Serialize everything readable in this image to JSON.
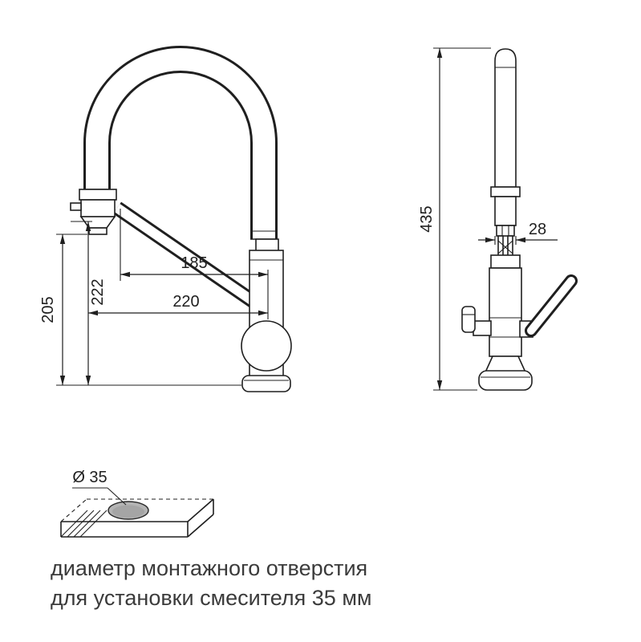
{
  "front_view": {
    "dim_205": "205",
    "dim_222": "222",
    "dim_185": "185",
    "dim_220": "220"
  },
  "side_view": {
    "dim_435": "435",
    "dim_28": "28"
  },
  "mounting": {
    "diameter": "Ø 35"
  },
  "caption": {
    "line1": "диаметр монтажного отверстия",
    "line2": "для установки смесителя 35 мм"
  },
  "colors": {
    "line": "#1f1f1f",
    "text": "#3b3b3b",
    "hole_fill": "#b4b4b4"
  }
}
